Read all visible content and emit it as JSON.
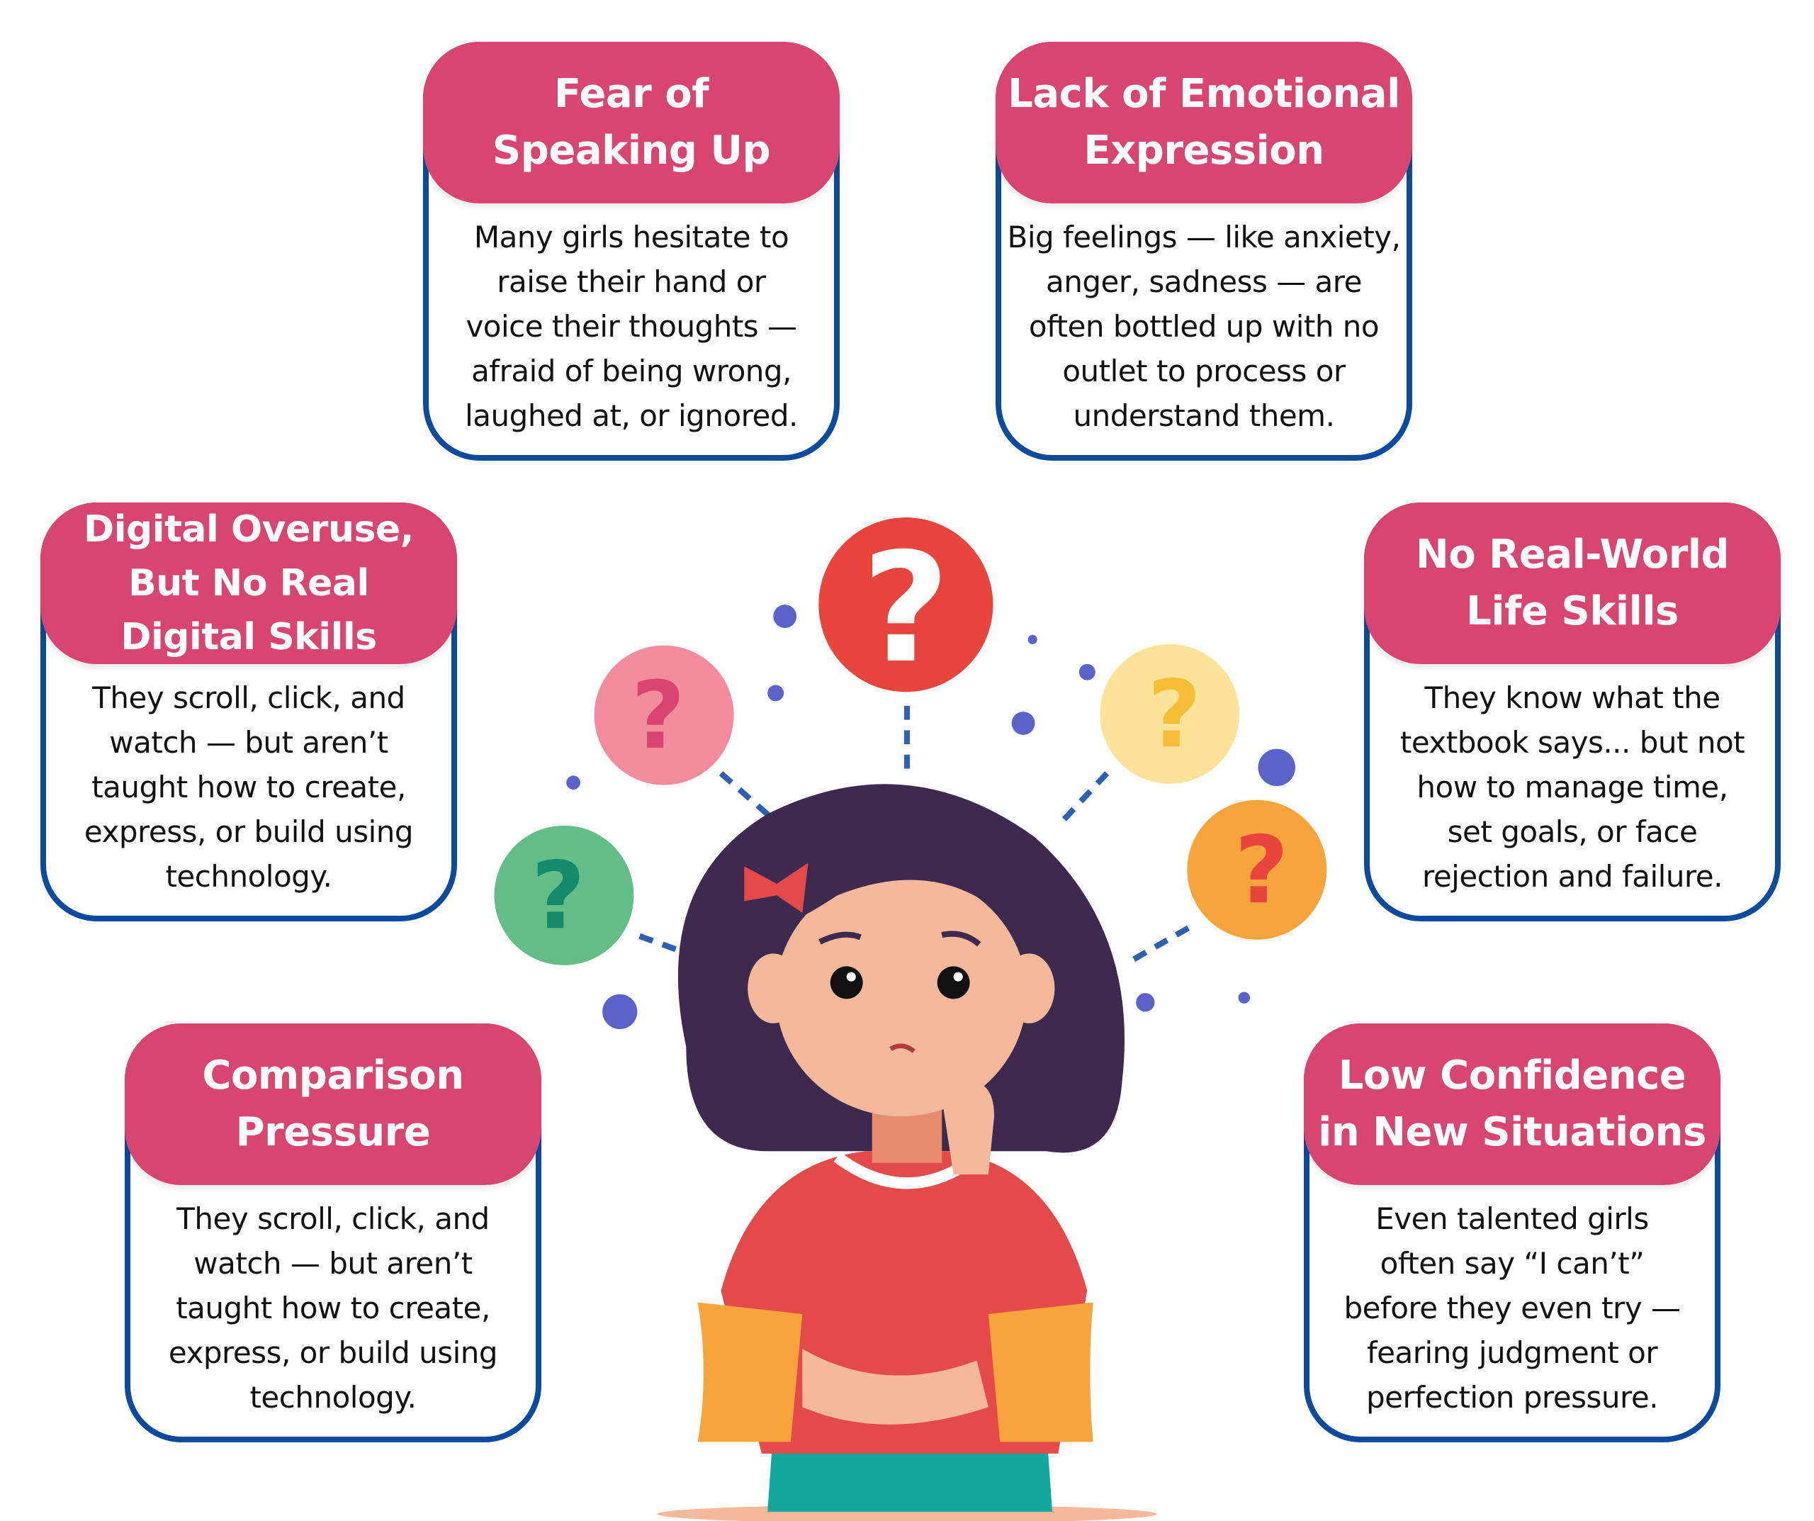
{
  "cards": [
    {
      "title": [
        "Fear of",
        "Speaking Up"
      ],
      "body": [
        "Many girls hesitate to",
        "raise their hand or",
        "voice their thoughts —",
        "afraid of being wrong,",
        "laughed at, or ignored."
      ]
    },
    {
      "title": [
        "Lack of Emotional",
        "Expression"
      ],
      "body": [
        "Big feelings — like anxiety,",
        "anger, sadness — are",
        "often bottled up with no",
        "outlet to process or",
        "understand them."
      ]
    },
    {
      "title": [
        "Digital Overuse,",
        "But No Real",
        "Digital Skills"
      ],
      "body": [
        "They scroll, click, and",
        "watch — but aren’t",
        "taught how to create,",
        "express, or build using",
        "technology."
      ]
    },
    {
      "title": [
        "No Real-World",
        "Life Skills"
      ],
      "body": [
        "They know what the",
        "textbook says... but not",
        "how to manage time,",
        "set goals, or face",
        "rejection and failure."
      ]
    },
    {
      "title": [
        "Comparison",
        "Pressure"
      ],
      "body": [
        "They scroll, click, and",
        "watch — but aren’t",
        "taught how to create,",
        "express, or build using",
        "technology."
      ]
    },
    {
      "title": [
        "Low Confidence",
        "in New Situations"
      ],
      "body": [
        "Even talented girls",
        "often say “I can’t”",
        "before they even try —",
        "fearing judgment or",
        "perfection pressure."
      ]
    }
  ],
  "colors": {
    "header": "#d84570",
    "border": "#0b4a9c"
  },
  "illustration": {
    "subject": "confused-girl-icon",
    "marks": [
      "?",
      "?",
      "?",
      "?",
      "?"
    ]
  }
}
